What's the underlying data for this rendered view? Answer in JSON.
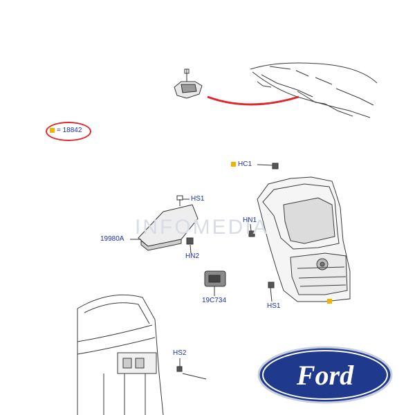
{
  "legend": {
    "marker_color": "#f2b200",
    "text": "= 18842"
  },
  "callouts": {
    "hc1": "HC1",
    "hs1_top": "HS1",
    "hn1": "HN1",
    "part_19980a": "19980A",
    "hn2": "HN2",
    "part_19c734": "19C734",
    "hs1_bottom": "HS1",
    "hs2": "HS2"
  },
  "watermark": "INFOMEDIA",
  "logo": {
    "text": "Ford",
    "oval_color": "#1f3a8c"
  },
  "colors": {
    "callout_text": "#1a2fb0",
    "highlight": "#e0262b",
    "line_art": "#3a3a3a"
  }
}
